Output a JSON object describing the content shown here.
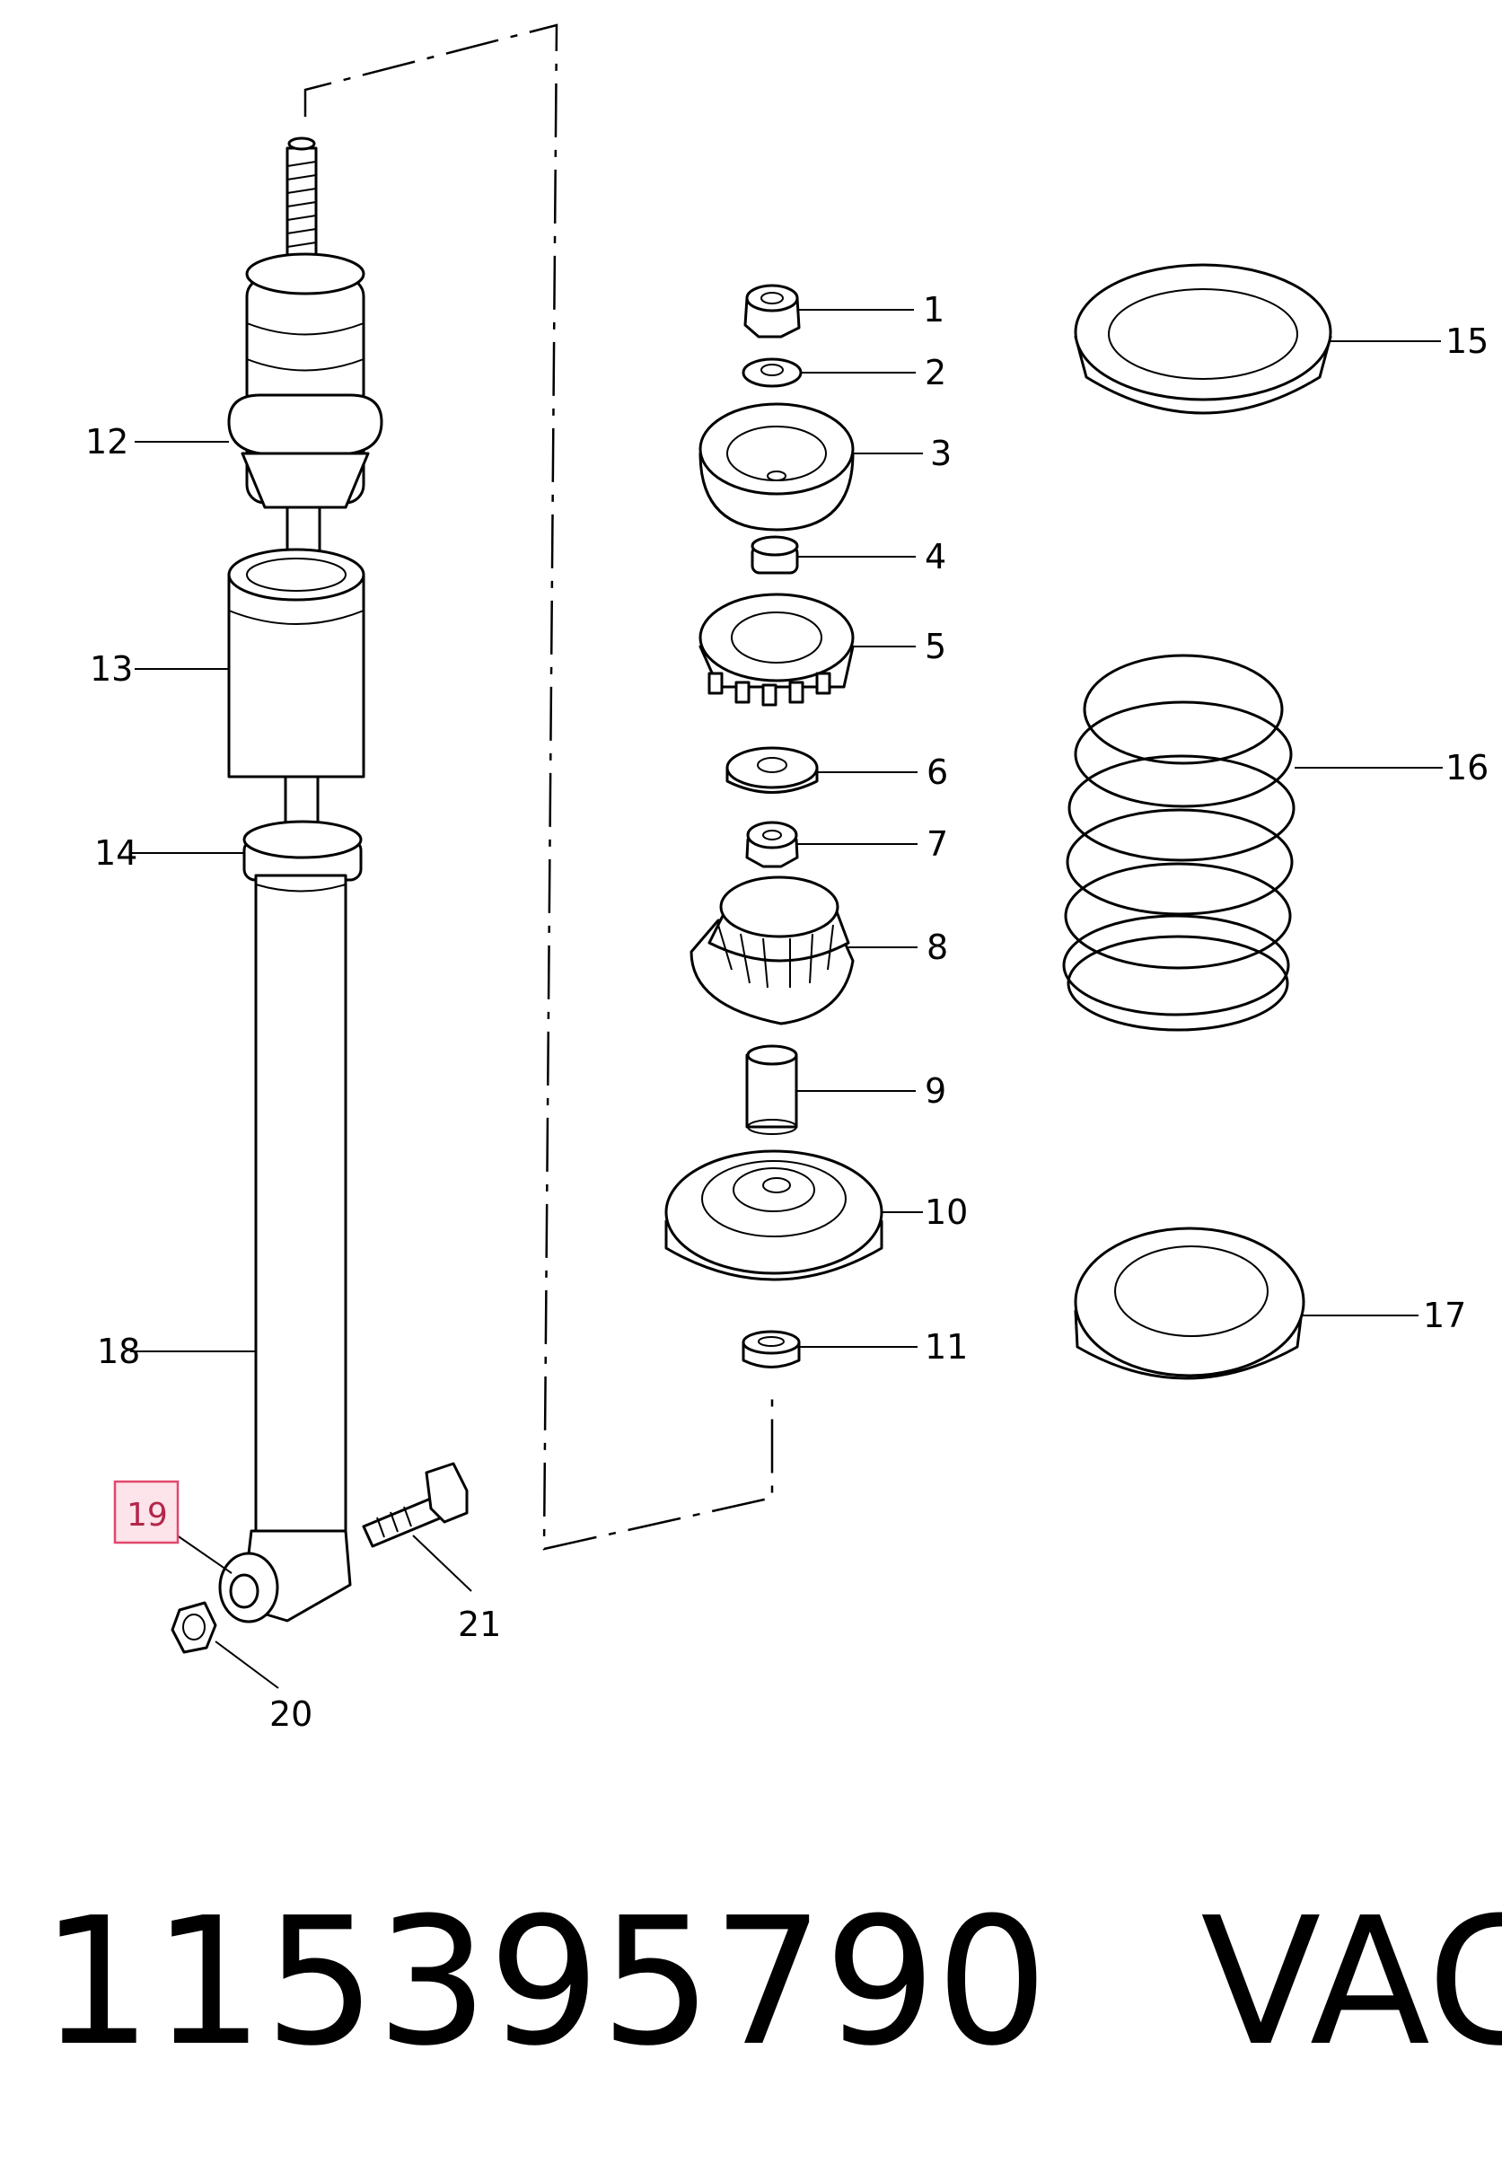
{
  "labels": {
    "l1": "1",
    "l2": "2",
    "l3": "3",
    "l4": "4",
    "l5": "5",
    "l6": "6",
    "l7": "7",
    "l8": "8",
    "l9": "9",
    "l10": "10",
    "l11": "11",
    "l12": "12",
    "l13": "13",
    "l14": "14",
    "l15": "15",
    "l16": "16",
    "l17": "17",
    "l18": "18",
    "l19": "19",
    "l20": "20",
    "l21": "21"
  },
  "highlight": {
    "label": "19",
    "color": "#e0486d"
  },
  "footer": {
    "part_number": "115395790",
    "brand": "VAG"
  }
}
